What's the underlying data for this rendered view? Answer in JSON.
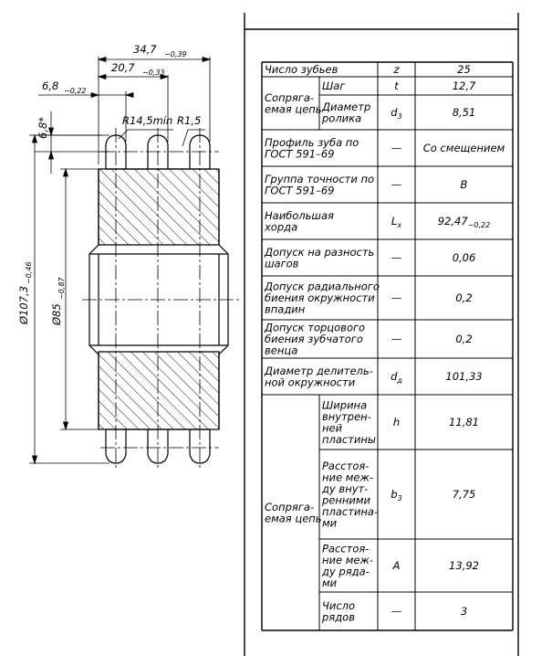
{
  "drawing": {
    "dim_top_overall": "34,7",
    "dim_top_overall_tol": "−0,39",
    "dim_top_mid": "20,7",
    "dim_top_mid_tol": "−0,33",
    "dim_left_offset": "6,8",
    "dim_left_offset_tol": "−0,22",
    "dim_tooth_height": "6,8*",
    "label_radius_big": "R14,5min",
    "label_radius_small": "R1,5",
    "dim_outer_dia": "Ø107,3",
    "dim_outer_dia_tol": "−0,46",
    "dim_hub_dia": "Ø85",
    "dim_hub_dia_tol": "−0,87"
  },
  "table": {
    "rows": [
      {
        "group": "",
        "param": "Число зубьев",
        "sym": "z",
        "val": "25"
      },
      {
        "group": "Сопряга-|емая цепь",
        "param": "Шаг",
        "sym": "t",
        "val": "12,7"
      },
      {
        "group": "",
        "param": "Диаметр|ролика",
        "sym": "d",
        "sym_sub": "3",
        "val": "8,51"
      },
      {
        "group": "",
        "param": "Профиль зуба по|ГОСТ 591–69",
        "sym": "—",
        "val": "Со смещением"
      },
      {
        "group": "",
        "param": "Группа точности по|ГОСТ 591–69",
        "sym": "—",
        "val": "В"
      },
      {
        "group": "",
        "param": "Наибольшая|хорда",
        "sym": "L",
        "sym_sub": "x",
        "val": "92,47",
        "val_tol": "−0,22"
      },
      {
        "group": "",
        "param": "Допуск на разность|шагов",
        "sym": "—",
        "val": "0,06"
      },
      {
        "group": "",
        "param": "Допуск радиального|биения окружности|впадин",
        "sym": "—",
        "val": "0,2"
      },
      {
        "group": "",
        "param": "Допуск торцового|биения зубчатого|венца",
        "sym": "—",
        "val": "0,2"
      },
      {
        "group": "",
        "param": "Диаметр делитель-|ной окружности",
        "sym": "d",
        "sym_sub": "д",
        "val": "101,33"
      },
      {
        "group": "Сопряга-|емая цепь",
        "param": "Ширина|внутрен-|ней|пластины",
        "sym": "h",
        "val": "11,81"
      },
      {
        "group": "",
        "param": "Расстоя-|ние меж-|ду внут-|ренними|пластина-|ми",
        "sym": "b",
        "sym_sub": "3",
        "val": "7,75"
      },
      {
        "group": "",
        "param": "Расстоя-|ние меж-|ду ряда-|ми",
        "sym": "A",
        "val": "13,92"
      },
      {
        "group": "",
        "param": "Число|рядов",
        "sym": "—",
        "val": "3"
      }
    ]
  }
}
